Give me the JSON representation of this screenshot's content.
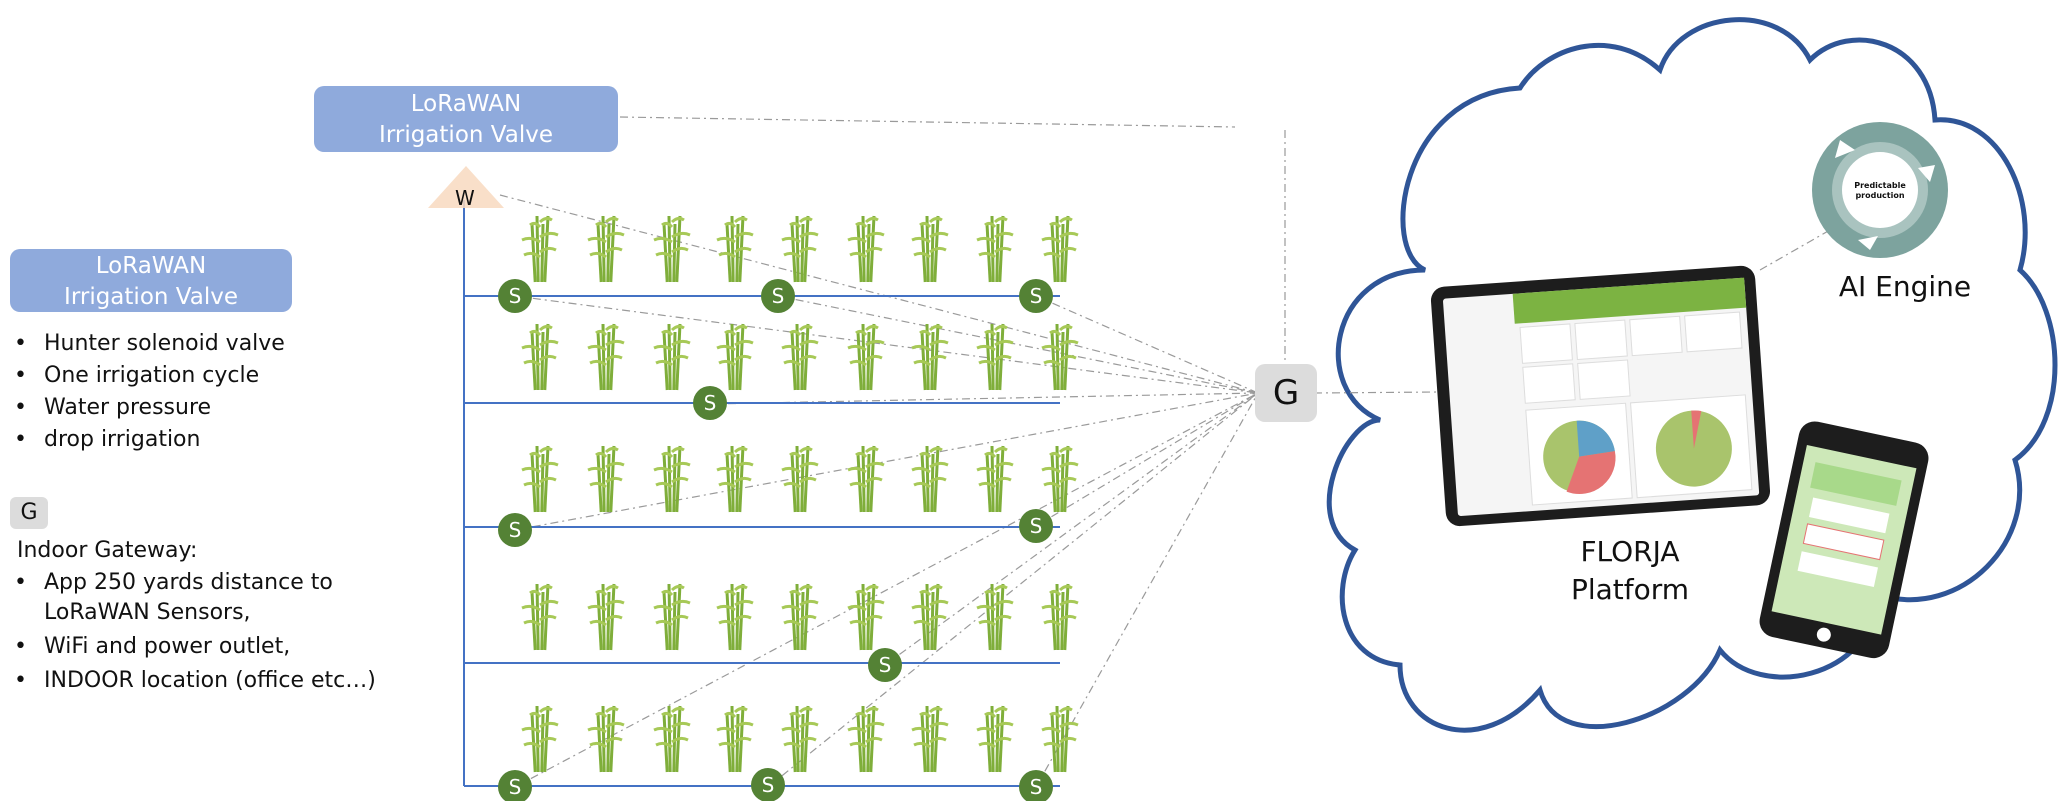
{
  "valve_top": {
    "line1": "LoRaWAN",
    "line2": "Irrigation Valve"
  },
  "valve_left": {
    "line1": "LoRaWAN",
    "line2": "Irrigation Valve"
  },
  "valve_features": [
    "Hunter solenoid valve",
    "One irrigation cycle",
    "Water pressure",
    "drop irrigation"
  ],
  "gateway_legend": {
    "badge": "G",
    "title": "Indoor Gateway:"
  },
  "gateway_features": [
    "App 250 yards distance to LoRaWAN Sensors,",
    "WiFi and power outlet,",
    "INDOOR location (office etc…)"
  ],
  "water_label": "W",
  "sensor_label": "S",
  "gateway_label": "G",
  "platform": {
    "line1": "FLORJA",
    "line2": "Platform"
  },
  "ai_engine": {
    "label": "AI Engine",
    "center_line1": "Predictable",
    "center_line2": "production"
  },
  "colors": {
    "valve": "#8faadc",
    "sensor": "#548235",
    "cloud": "#2f5597",
    "pipe": "#4472c4",
    "plant": "#7fae3a"
  }
}
